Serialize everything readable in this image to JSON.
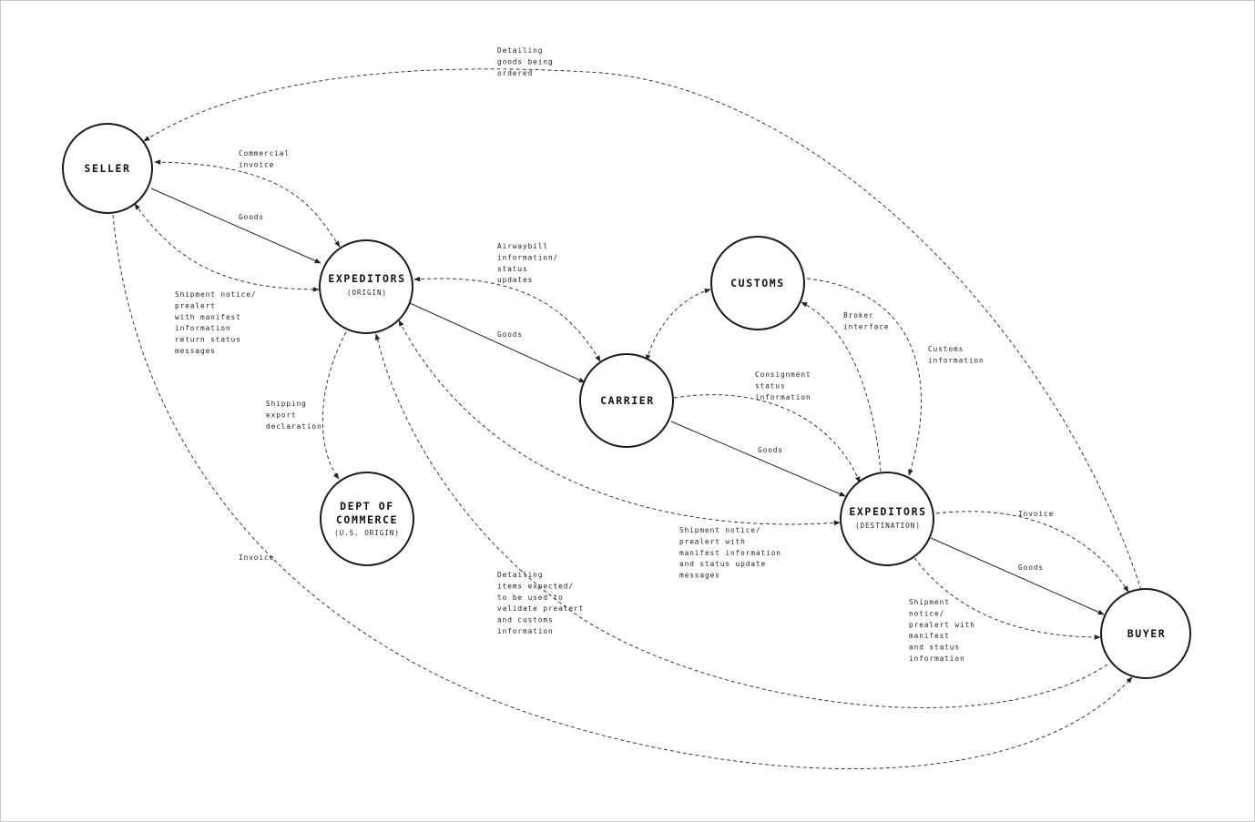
{
  "nodes": {
    "seller": {
      "title": "SELLER"
    },
    "expeditors_origin": {
      "title": "EXPEDITORS",
      "sub": "(ORIGIN)"
    },
    "customs": {
      "title": "CUSTOMS"
    },
    "carrier": {
      "title": "CARRIER"
    },
    "dept_commerce": {
      "title1": "DEPT OF",
      "title2": "COMMERCE",
      "sub": "(U.S. ORIGIN)"
    },
    "expeditors_dest": {
      "title": "EXPEDITORS",
      "sub": "(DESTINATION)"
    },
    "buyer": {
      "title": "BUYER"
    }
  },
  "labels": {
    "detailing_goods": [
      "Detailing",
      "goods being",
      "ordered"
    ],
    "commercial_invoice": [
      "Commercial",
      "invoice"
    ],
    "goods_1": [
      "Goods"
    ],
    "shipment_notice_1": [
      "Shipment notice/",
      "prealert",
      "with manifest",
      "information",
      "return status",
      "messages"
    ],
    "airwaybill": [
      "Airwaybill",
      "information/",
      "status",
      "updates"
    ],
    "goods_2": [
      "Goods"
    ],
    "shipping_export": [
      "Shipping",
      "export",
      "declaration"
    ],
    "broker_interface": [
      "Broker",
      "interface"
    ],
    "customs_information": [
      "Customs",
      "information"
    ],
    "consignment_status": [
      "Consignment",
      "status",
      "information"
    ],
    "goods_3": [
      "Goods"
    ],
    "invoice_left": [
      "Invoice"
    ],
    "shipment_notice_2": [
      "Shipment notice/",
      "prealert with",
      "manifest information",
      "and status update",
      "messages"
    ],
    "detailing_items": [
      "Detailing",
      "items expected/",
      "to be used to",
      "validate prealert",
      "and customs",
      "information"
    ],
    "invoice_right": [
      "Invoice"
    ],
    "goods_4": [
      "Goods"
    ],
    "shipment_notice_3": [
      "Shipment",
      "notice/",
      "prealert with",
      "manifest",
      "and status",
      "information"
    ]
  }
}
